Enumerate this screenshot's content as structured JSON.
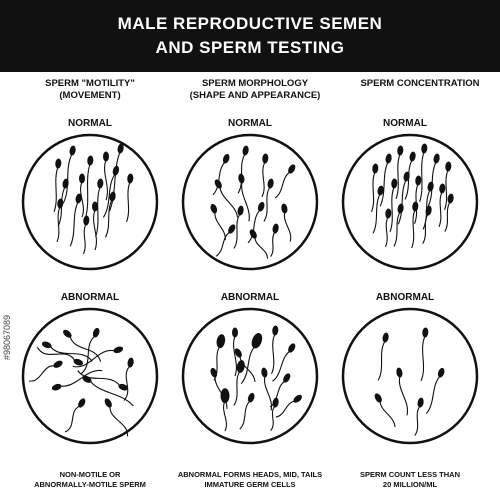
{
  "title": {
    "line1": "MALE REPRODUCTIVE SEMEN",
    "line2": "AND SPERM TESTING"
  },
  "columns": [
    {
      "title_line1": "SPERM \"MOTILITY\"",
      "title_line2": "(MOVEMENT)",
      "normal_label": "NORMAL",
      "abnormal_label": "ABNORMAL",
      "caption_line1": "NON-MOTILE OR",
      "caption_line2": "ABNORMALLY-MOTILE SPERM"
    },
    {
      "title_line1": "SPERM MORPHOLOGY",
      "title_line2": "(SHAPE AND APPEARANCE)",
      "normal_label": "NORMAL",
      "abnormal_label": "ABNORMAL",
      "caption_line1": "ABNORMAL FORMS HEADS, MID, TAILS",
      "caption_line2": "IMMATURE GERM CELLS"
    },
    {
      "title_line1": "SPERM CONCENTRATION",
      "title_line2": "",
      "normal_label": "NORMAL",
      "abnormal_label": "ABNORMAL",
      "caption_line1": "SPERM COUNT LESS THAN",
      "caption_line2": "20 MILLION/ML"
    }
  ],
  "watermark": "#98067089",
  "colors": {
    "banner": "#111111",
    "ink": "#111111",
    "background": "#ffffff"
  }
}
